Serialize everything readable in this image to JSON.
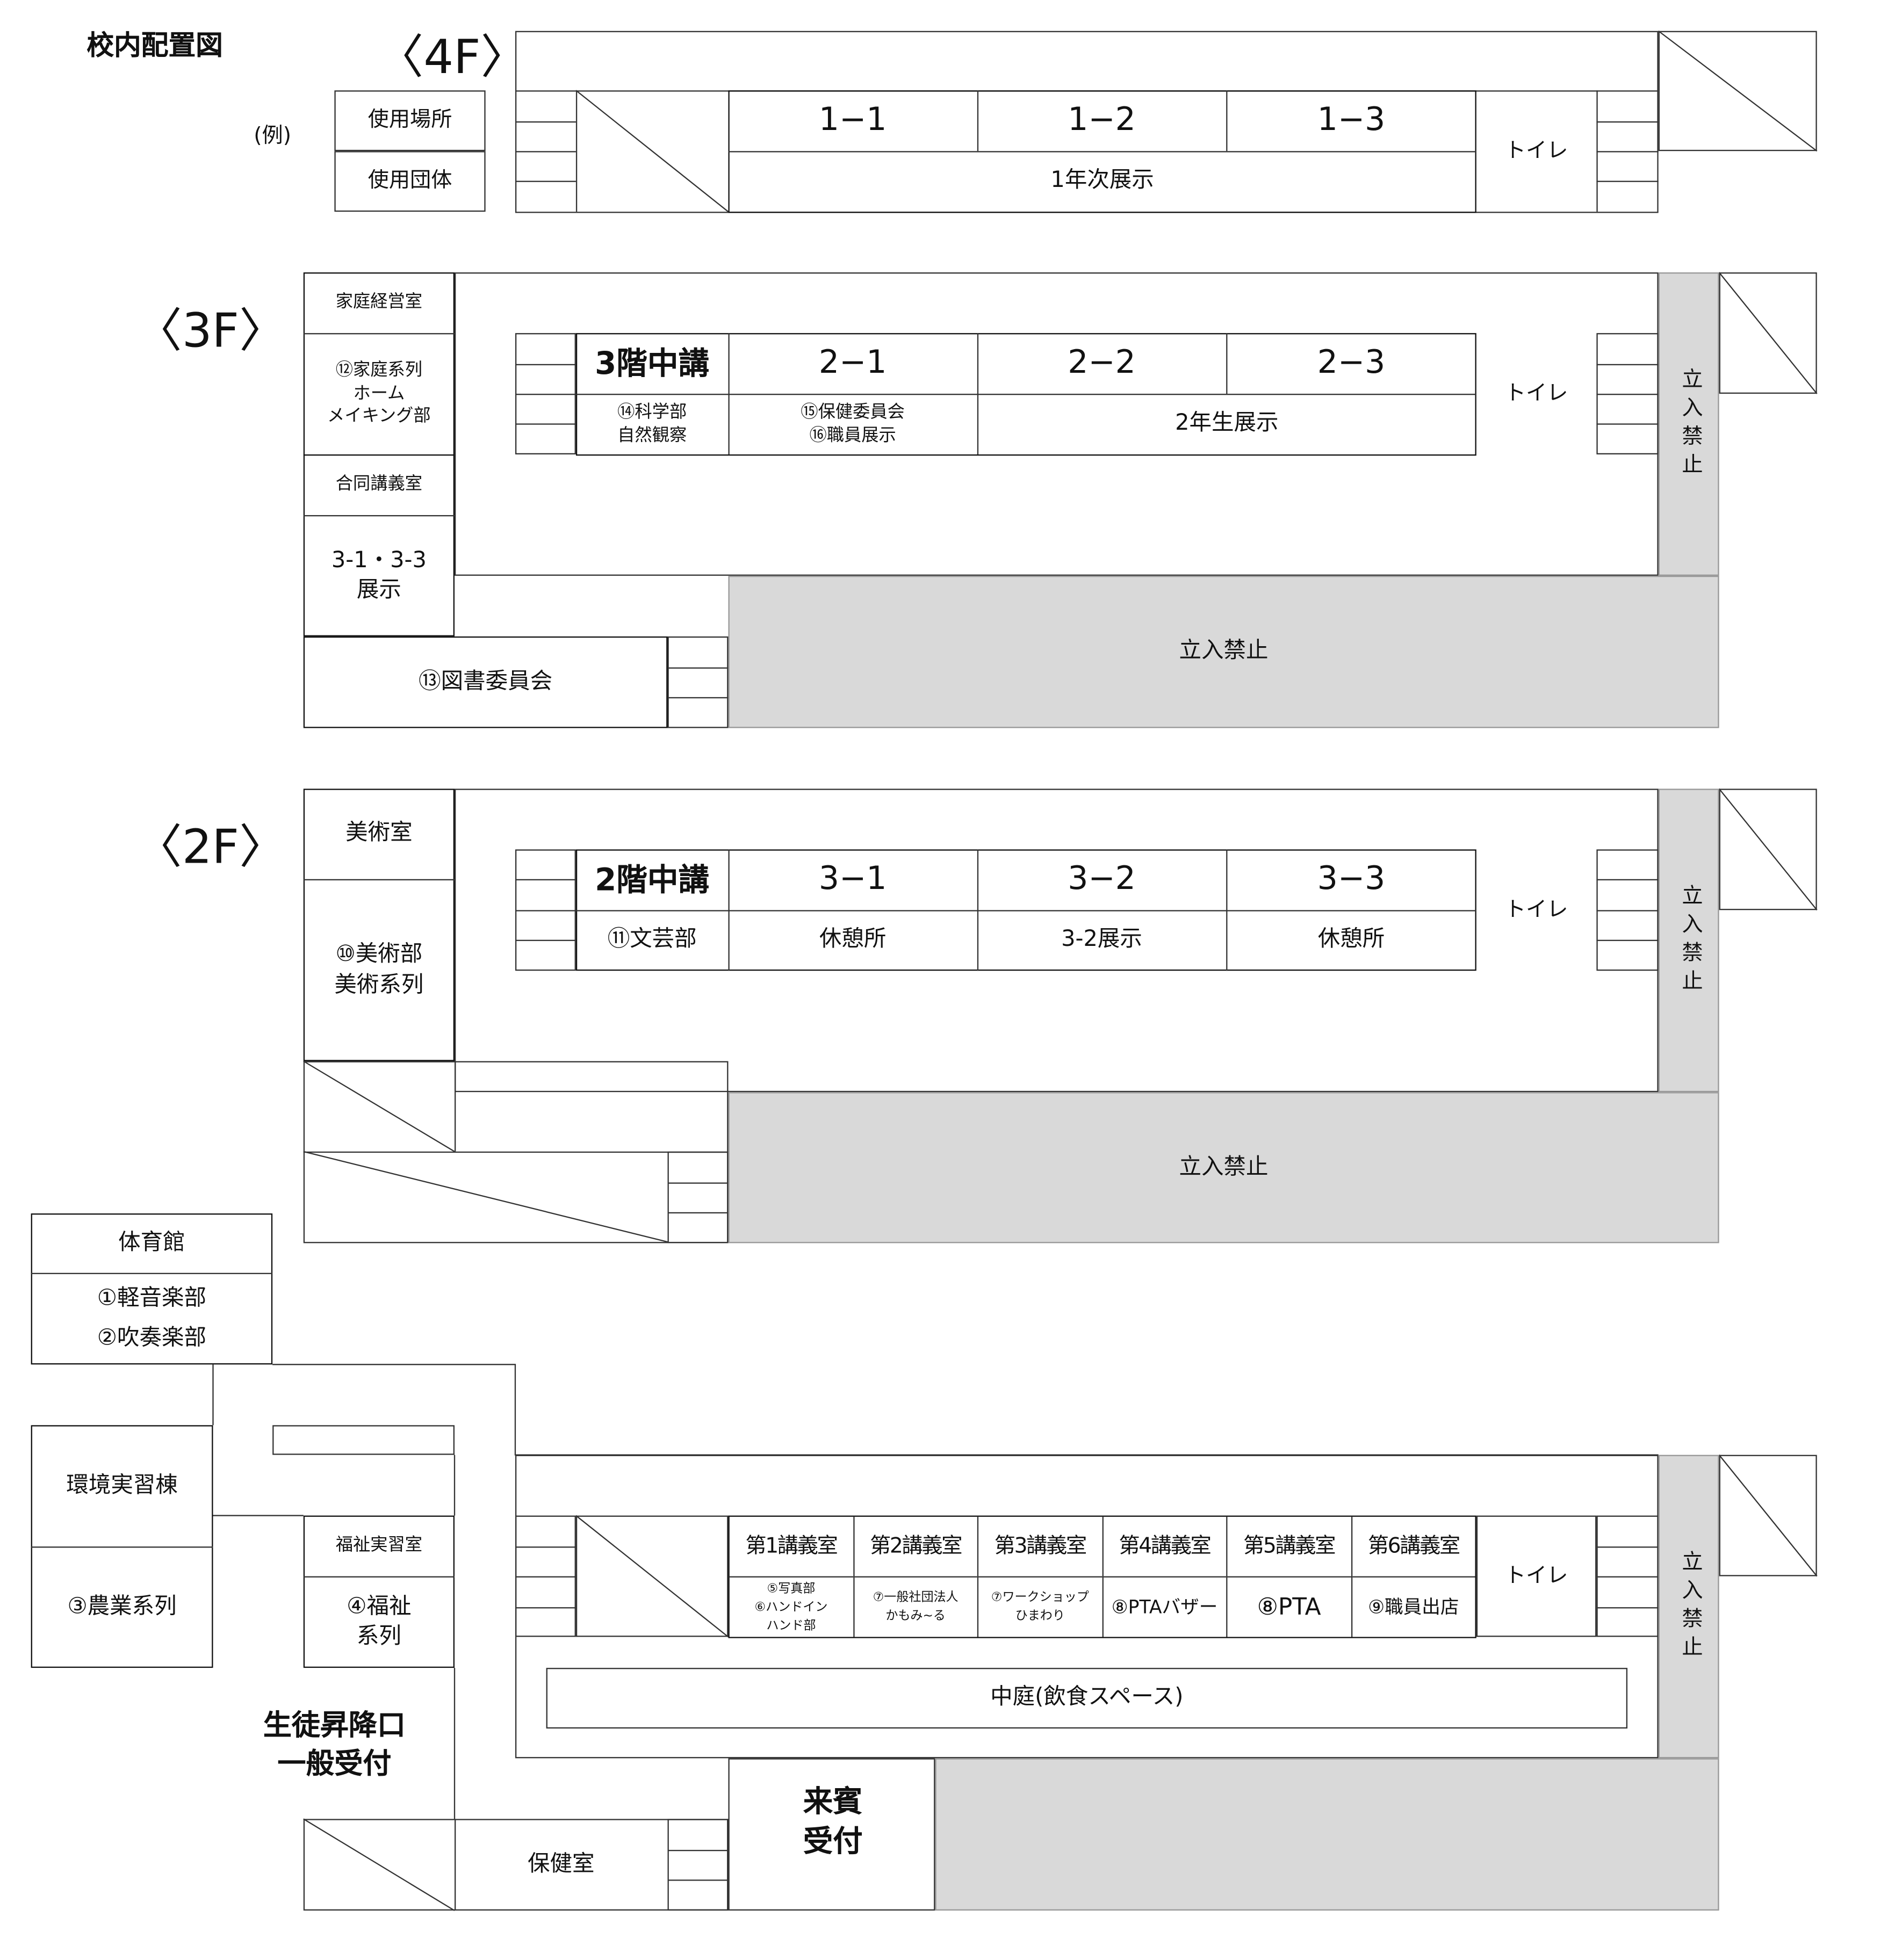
{
  "title": "校内配置図",
  "legend": {
    "prefix": "(例)",
    "place": "使用場所",
    "group": "使用団体"
  },
  "floors": {
    "f4": {
      "label": "〈4F〉",
      "rooms": [
        "1−1",
        "1−2",
        "1−3"
      ],
      "exhibit": "1年次展示",
      "toilet": "トイレ"
    },
    "f3": {
      "label": "〈3F〉",
      "kasei": "家庭経営室",
      "kasei_use": "⑫家庭系列\nホーム\nメイキング部",
      "godo": "合同講義室",
      "godo_use": "3-1・3-3\n展示",
      "tosho": "⑬図書委員会",
      "chuko": "3階中講",
      "chuko_use": "⑭科学部\n自然観察",
      "r21": "2−1",
      "r21_use": "⑮保健委員会\n⑯職員展示",
      "r22": "2−2",
      "r23": "2−3",
      "exhibit": "2年生展示",
      "toilet": "トイレ",
      "no_entry": "立入禁止"
    },
    "f2": {
      "label": "〈2F〉",
      "bijutsu": "美術室",
      "bijutsu_use": "⑩美術部\n美術系列",
      "chuko": "2階中講",
      "chuko_use": "⑪文芸部",
      "r31": "3−1",
      "r31_use": "休憩所",
      "r32": "3−2",
      "r32_use": "3-2展示",
      "r33": "3−3",
      "r33_use": "休憩所",
      "toilet": "トイレ",
      "no_entry": "立入禁止"
    },
    "f1": {
      "gym": "体育館",
      "gym_use": "①軽音楽部\n②吹奏楽部",
      "kankyo": "環境実習棟",
      "kankyo_use": "③農業系列",
      "fukushi": "福祉実習室",
      "fukushi_use": "④福祉\n系列",
      "rooms": [
        {
          "name": "第1講義室",
          "use": "⑤写真部\n⑥ハンドイン\nハンド部"
        },
        {
          "name": "第2講義室",
          "use": "⑦一般社団法人\nかもみ~る"
        },
        {
          "name": "第3講義室",
          "use": "⑦ワークショップ\nひまわり"
        },
        {
          "name": "第4講義室",
          "use": "⑧PTAバザー"
        },
        {
          "name": "第5講義室",
          "use": "⑧PTA"
        },
        {
          "name": "第6講義室",
          "use": "⑨職員出店"
        }
      ],
      "toilet": "トイレ",
      "no_entry": "立入禁止",
      "courtyard": "中庭(飲食スペース)",
      "entrance": "生徒昇降口\n一般受付",
      "hoken": "保健室",
      "guest": "来賓\n受付"
    }
  }
}
